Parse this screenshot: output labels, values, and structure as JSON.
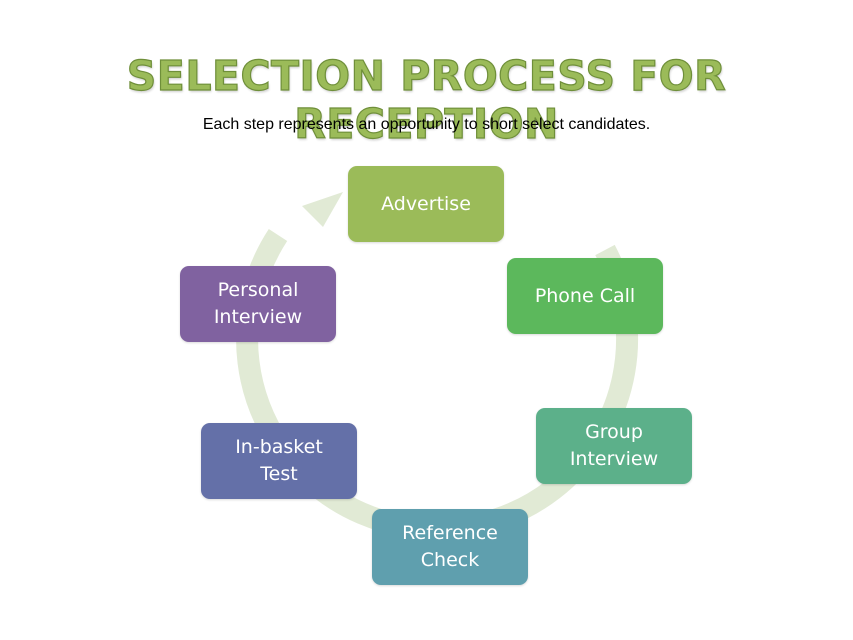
{
  "title": "SELECTION PROCESS FOR RECEPTION",
  "subtitle": "Each step represents an opportunity to short select candidates.",
  "colors": {
    "title": "#9bbb59",
    "cycle_arrow": "#e1ead5",
    "steps": [
      "#9bbb59",
      "#5cb85c",
      "#5cb08a",
      "#5f9fae",
      "#6470a8",
      "#8062a0"
    ]
  },
  "steps": [
    {
      "label": "Advertise"
    },
    {
      "label": "Phone Call"
    },
    {
      "label": "Group\nInterview"
    },
    {
      "label": "Reference\nCheck"
    },
    {
      "label": "In-basket\nTest"
    },
    {
      "label": "Personal\nInterview"
    }
  ]
}
